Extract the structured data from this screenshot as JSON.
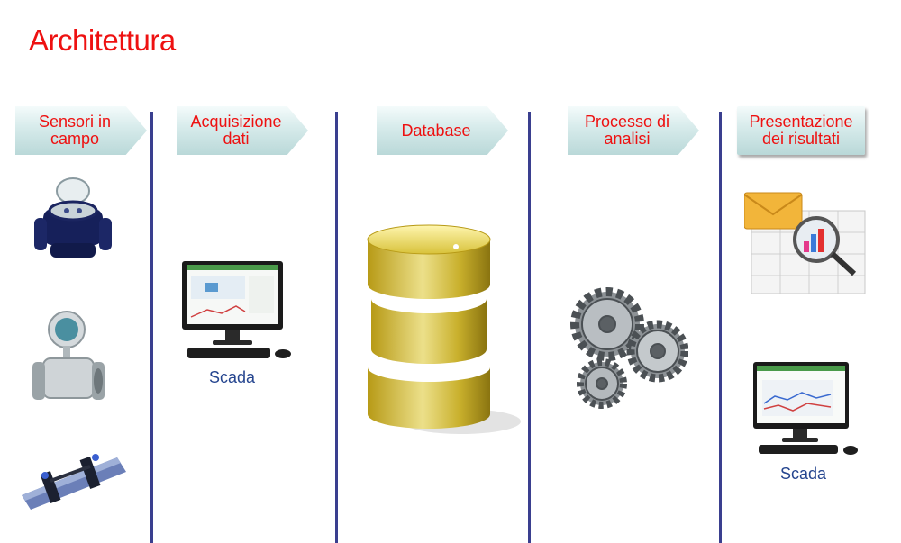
{
  "title": "Architettura",
  "stages": [
    {
      "label": "Sensori in\ncampo"
    },
    {
      "label": "Acquisizione\ndati"
    },
    {
      "label": "Database"
    },
    {
      "label": "Processo di\nanalisi"
    },
    {
      "label": "Presentazione\ndei risultati"
    }
  ],
  "acquisizione": {
    "device_label": "Scada"
  },
  "presentazione": {
    "device_label": "Scada"
  },
  "colors": {
    "title": "#ee1111",
    "divider": "#3a3f8f",
    "label_blue": "#25458f",
    "database_gold": "#d8c23a"
  },
  "icons": [
    "water-meter-icon",
    "flow-meter-icon",
    "ultrasonic-clamp-icon",
    "computer-monitor-icon",
    "database-icon",
    "gears-icon",
    "email-chart-icon"
  ]
}
